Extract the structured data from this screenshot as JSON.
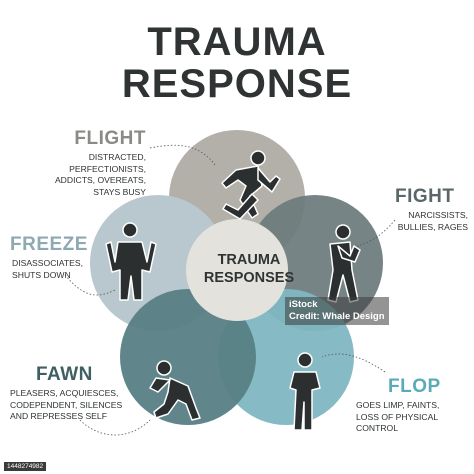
{
  "title": {
    "line1": "TRAUMA",
    "line2": "RESPONSE"
  },
  "center": {
    "line1": "TRAUMA",
    "line2": "RESPONSES"
  },
  "colors": {
    "flight": "#b3b0aa",
    "fight": "#6c7b7c",
    "freeze": "#b9c8cf",
    "fawn": "#577f85",
    "flop": "#7fb7c2",
    "center": "#e4e2dd",
    "text_dark": "#2f3333"
  },
  "responses": {
    "flight": {
      "name": "FLIGHT",
      "description": "DISTRACTED,\nPERFECTIONISTS,\nADDICTS, OVEREATS,\nSTAYS BUSY",
      "icon": "running-person-icon",
      "label_color": "#8c8a85"
    },
    "fight": {
      "name": "FIGHT",
      "description": "NARCISSISTS,\nBULLIES, RAGES",
      "icon": "fighting-stance-person-icon",
      "label_color": "#5a6667"
    },
    "freeze": {
      "name": "FREEZE",
      "description": "DISASSOCIATES,\nSHUTS DOWN",
      "icon": "frozen-person-icon",
      "label_color": "#8fa9b3"
    },
    "fawn": {
      "name": "FAWN",
      "description": "PLEASERS, ACQUIESCES,\nCODEPENDENT, SILENCES\nAND REPRESSES SELF",
      "icon": "kneeling-person-icon",
      "label_color": "#3f5f63"
    },
    "flop": {
      "name": "FLOP",
      "description": "GOES LIMP, FAINTS,\nLOSS OF PHYSICAL\nCONTROL",
      "icon": "limp-person-icon",
      "label_color": "#5aaab8"
    }
  },
  "watermark": {
    "line1": "iStock",
    "line2": "Credit: Whale Design"
  },
  "stock_id": "1448274982"
}
